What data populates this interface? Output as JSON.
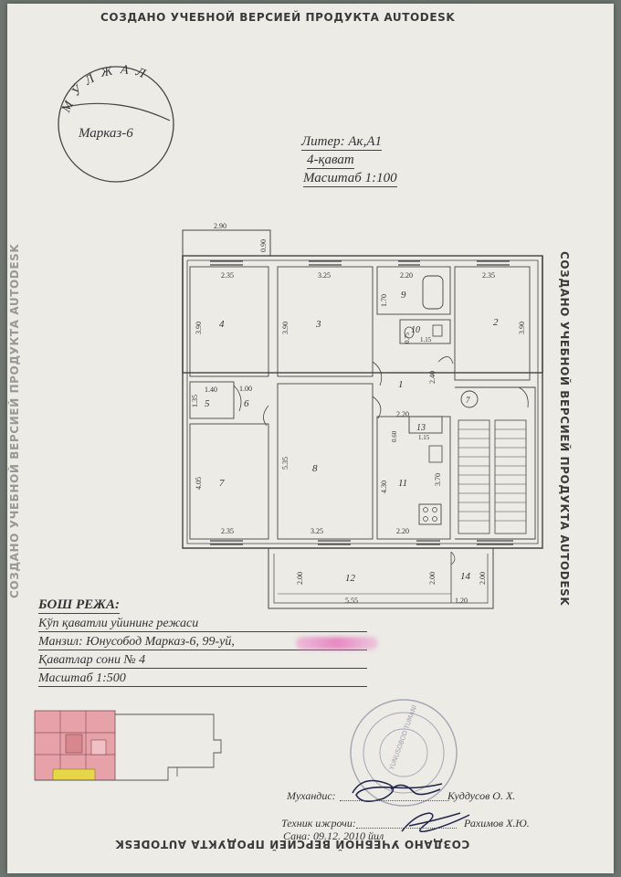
{
  "watermarks": {
    "top": "СОЗДАНО УЧЕБНОЙ ВЕРСИЕЙ ПРОДУКТА AUTODESK",
    "right": "СОЗДАНО УЧЕБНОЙ ВЕРСИЕЙ ПРОДУКТА AUTODESK",
    "bottom": "СОЗДАНО УЧЕБНОЙ ВЕРСИЕЙ ПРОДУКТА AUTODESK"
  },
  "circle_stamp": {
    "arc_text": "МЎЛЖАЛ",
    "place": "Марказ-6"
  },
  "header": {
    "liter": "Литер: Ак,А1",
    "floor": "4-қават",
    "scale": "Масштаб 1:100"
  },
  "plan": {
    "dims": {
      "balcony_w": "2.90",
      "balcony_d": "0.90",
      "r4_w": "2.35",
      "r4_h": "3.90",
      "r3_w": "3.25",
      "r3_h": "3.90",
      "r9_w": "2.20",
      "r9_h": "1.70",
      "r10_w": "0.75",
      "r10_w2": "1.15",
      "r2_w": "2.35",
      "r2_h": "3.90",
      "r5_w": "1.40",
      "r5_h": "1.35",
      "r6_w": "1.00",
      "r1_h": "2.40",
      "r13_w": "2.20",
      "r13_h": "0.60",
      "r13_w2": "1.15",
      "r7_h": "4.05",
      "r7_w": "2.35",
      "r8_h": "5.35",
      "r8_w": "3.25",
      "r11_h": "4.30",
      "r11_h2": "3.70",
      "r11_w": "2.20",
      "r12_h": "2.00",
      "r12_h2": "2.00",
      "r12_w": "5.55",
      "r14_h": "2.00",
      "r14_w": "1.20"
    },
    "rooms": {
      "r1": "1",
      "r2": "2",
      "r3": "3",
      "r4": "4",
      "r5": "5",
      "r6": "6",
      "r7": "7",
      "r8": "8",
      "r9": "9",
      "r10": "10",
      "r11": "11",
      "r12": "12",
      "r13": "13",
      "r14": "14"
    }
  },
  "general_plan": {
    "title": "БОШ РЕЖА:",
    "subtitle": "Кўп қаватли уйининг режаси",
    "address": "Манзил: Юнусобод   Марказ-6,  99-уй,",
    "floors": "Қаватлар сони № 4",
    "scale": "Масштаб 1:500"
  },
  "official_stamp": {
    "text": "YUNUSOBOD TUMANI"
  },
  "signatures": {
    "engineer_label": "Мухандис:",
    "engineer_name": "Куддусов О. Х.",
    "technician_label": "Техник ижрочи:",
    "technician_name": "Рахимов Х.Ю.",
    "date": "Сана: 09.12. 2010 йил"
  }
}
